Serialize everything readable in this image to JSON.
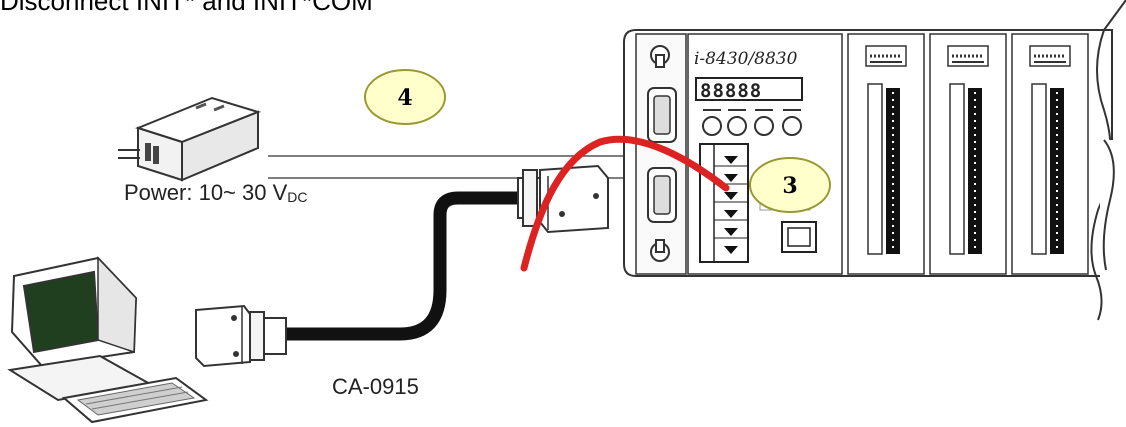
{
  "header_text": "Disconnect INIT* and INIT*COM",
  "module_model": "i-8430/8830",
  "seven_segment_display": "88888",
  "power_label": "Power: 10~ 30 V",
  "power_unit_subscript": "DC",
  "cable_label": "CA-0915",
  "callouts": [
    {
      "number": "4",
      "fill": "#ffffcc",
      "stroke": "#999933"
    },
    {
      "number": "3",
      "fill": "#ffffcc",
      "stroke": "#999933"
    }
  ],
  "colors": {
    "jumper_wire": "#dd2222",
    "cable": "#111111",
    "outline": "#333333",
    "screen": "#1f3f1f"
  }
}
